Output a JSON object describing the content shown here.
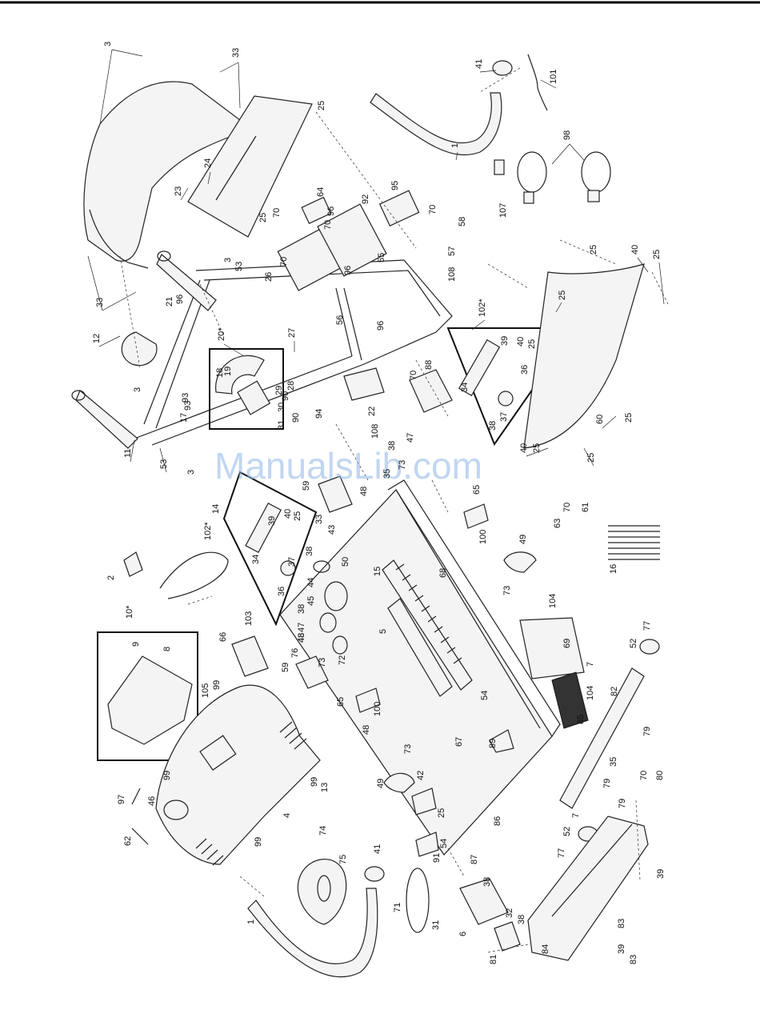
{
  "watermark": "ManualsLib.com",
  "labels": [
    {
      "id": "p3a",
      "text": "3"
    },
    {
      "id": "p33a",
      "text": "33"
    },
    {
      "id": "p25a",
      "text": "25"
    },
    {
      "id": "p41a",
      "text": "41"
    },
    {
      "id": "p101",
      "text": "101"
    },
    {
      "id": "p1a",
      "text": "1"
    },
    {
      "id": "p98",
      "text": "98"
    },
    {
      "id": "p107",
      "text": "107"
    },
    {
      "id": "p23",
      "text": "23"
    },
    {
      "id": "p24",
      "text": "24"
    },
    {
      "id": "p25b",
      "text": "25"
    },
    {
      "id": "p64",
      "text": "64"
    },
    {
      "id": "p70a",
      "text": "70"
    },
    {
      "id": "p96a",
      "text": "96"
    },
    {
      "id": "p92",
      "text": "92"
    },
    {
      "id": "p95",
      "text": "95"
    },
    {
      "id": "p70b",
      "text": "70"
    },
    {
      "id": "p58",
      "text": "58"
    },
    {
      "id": "p57",
      "text": "57"
    },
    {
      "id": "p70c",
      "text": "70"
    },
    {
      "id": "p26",
      "text": "26"
    },
    {
      "id": "p70d",
      "text": "70"
    },
    {
      "id": "p96b",
      "text": "96"
    },
    {
      "id": "p55",
      "text": "55"
    },
    {
      "id": "p108a",
      "text": "108"
    },
    {
      "id": "p25c",
      "text": "25"
    },
    {
      "id": "p40a",
      "text": "40"
    },
    {
      "id": "p25d",
      "text": "25"
    },
    {
      "id": "p25e",
      "text": "25"
    },
    {
      "id": "p33b",
      "text": "33"
    },
    {
      "id": "p3b",
      "text": "3"
    },
    {
      "id": "p53a",
      "text": "53"
    },
    {
      "id": "p96c",
      "text": "96"
    },
    {
      "id": "p21",
      "text": "21"
    },
    {
      "id": "p12",
      "text": "12"
    },
    {
      "id": "p20",
      "text": "20*"
    },
    {
      "id": "p27",
      "text": "27"
    },
    {
      "id": "p56",
      "text": "56"
    },
    {
      "id": "p102a",
      "text": "102*"
    },
    {
      "id": "p39a",
      "text": "39"
    },
    {
      "id": "p40b",
      "text": "40"
    },
    {
      "id": "p25f",
      "text": "25"
    },
    {
      "id": "p36a",
      "text": "36"
    },
    {
      "id": "p34a",
      "text": "34"
    },
    {
      "id": "p37a",
      "text": "37"
    },
    {
      "id": "p38a",
      "text": "38"
    },
    {
      "id": "p19",
      "text": "19"
    },
    {
      "id": "p18",
      "text": "18"
    },
    {
      "id": "p93a",
      "text": "93"
    },
    {
      "id": "p29",
      "text": "29"
    },
    {
      "id": "p28",
      "text": "28"
    },
    {
      "id": "p90a",
      "text": "90"
    },
    {
      "id": "p96d",
      "text": "96"
    },
    {
      "id": "p88",
      "text": "88"
    },
    {
      "id": "p70e",
      "text": "70"
    },
    {
      "id": "p3c",
      "text": "3"
    },
    {
      "id": "p93b",
      "text": "93"
    },
    {
      "id": "p17",
      "text": "17"
    },
    {
      "id": "p30",
      "text": "30"
    },
    {
      "id": "p90b",
      "text": "90"
    },
    {
      "id": "p94",
      "text": "94"
    },
    {
      "id": "p22",
      "text": "22"
    },
    {
      "id": "p108b",
      "text": "108"
    },
    {
      "id": "p31a",
      "text": "31"
    },
    {
      "id": "p11",
      "text": "11"
    },
    {
      "id": "p53b",
      "text": "53"
    },
    {
      "id": "p38b",
      "text": "38"
    },
    {
      "id": "p47a",
      "text": "47"
    },
    {
      "id": "p73a",
      "text": "73"
    },
    {
      "id": "p35",
      "text": "35"
    },
    {
      "id": "p60",
      "text": "60"
    },
    {
      "id": "p40c",
      "text": "40"
    },
    {
      "id": "p25g",
      "text": "25"
    },
    {
      "id": "p25h",
      "text": "25"
    },
    {
      "id": "p25i",
      "text": "25"
    },
    {
      "id": "p3d",
      "text": "3"
    },
    {
      "id": "p14",
      "text": "14"
    },
    {
      "id": "p59a",
      "text": "59"
    },
    {
      "id": "p48a",
      "text": "48"
    },
    {
      "id": "p65a",
      "text": "65"
    },
    {
      "id": "p102b",
      "text": "102*"
    },
    {
      "id": "p39b",
      "text": "39"
    },
    {
      "id": "p40d",
      "text": "40"
    },
    {
      "id": "p25j",
      "text": "25"
    },
    {
      "id": "p33c",
      "text": "33"
    },
    {
      "id": "p43",
      "text": "43"
    },
    {
      "id": "p38c",
      "text": "38"
    },
    {
      "id": "p34b",
      "text": "34"
    },
    {
      "id": "p36b",
      "text": "36"
    },
    {
      "id": "p37b",
      "text": "37"
    },
    {
      "id": "p50",
      "text": "50"
    },
    {
      "id": "p44",
      "text": "44"
    },
    {
      "id": "p45",
      "text": "45"
    },
    {
      "id": "p38d",
      "text": "38"
    },
    {
      "id": "p47b",
      "text": "47"
    },
    {
      "id": "p48b",
      "text": "48"
    },
    {
      "id": "p100a",
      "text": "100"
    },
    {
      "id": "p63",
      "text": "63"
    },
    {
      "id": "p70f",
      "text": "70"
    },
    {
      "id": "p61",
      "text": "61"
    },
    {
      "id": "p16",
      "text": "16"
    },
    {
      "id": "p15",
      "text": "15"
    },
    {
      "id": "p68",
      "text": "68"
    },
    {
      "id": "p49a",
      "text": "49"
    },
    {
      "id": "p73b",
      "text": "73"
    },
    {
      "id": "p2",
      "text": "2"
    },
    {
      "id": "p10",
      "text": "10*"
    },
    {
      "id": "p9",
      "text": "9"
    },
    {
      "id": "p8",
      "text": "8"
    },
    {
      "id": "p66",
      "text": "66"
    },
    {
      "id": "p103",
      "text": "103"
    },
    {
      "id": "p48c",
      "text": "48"
    },
    {
      "id": "p5",
      "text": "5"
    },
    {
      "id": "p104a",
      "text": "104"
    },
    {
      "id": "p69",
      "text": "69"
    },
    {
      "id": "p73c",
      "text": "73"
    },
    {
      "id": "p72",
      "text": "72"
    },
    {
      "id": "p76",
      "text": "76"
    },
    {
      "id": "p59b",
      "text": "59"
    },
    {
      "id": "p105",
      "text": "105"
    },
    {
      "id": "p99a",
      "text": "99"
    },
    {
      "id": "p7a",
      "text": "7"
    },
    {
      "id": "p77a",
      "text": "77"
    },
    {
      "id": "p52a",
      "text": "52"
    },
    {
      "id": "p65b",
      "text": "65"
    },
    {
      "id": "p100b",
      "text": "100"
    },
    {
      "id": "p54a",
      "text": "54"
    },
    {
      "id": "p104b",
      "text": "104"
    },
    {
      "id": "p85",
      "text": "85"
    },
    {
      "id": "p82",
      "text": "82"
    },
    {
      "id": "p48d",
      "text": "48"
    },
    {
      "id": "p67",
      "text": "67"
    },
    {
      "id": "p89",
      "text": "89"
    },
    {
      "id": "p79a",
      "text": "79"
    },
    {
      "id": "p99b",
      "text": "99"
    },
    {
      "id": "p13",
      "text": "13"
    },
    {
      "id": "p73d",
      "text": "73"
    },
    {
      "id": "p35b",
      "text": "35"
    },
    {
      "id": "p99c",
      "text": "99"
    },
    {
      "id": "p49b",
      "text": "49"
    },
    {
      "id": "p42",
      "text": "42"
    },
    {
      "id": "p79b",
      "text": "79"
    },
    {
      "id": "p70g",
      "text": "70"
    },
    {
      "id": "p80",
      "text": "80"
    },
    {
      "id": "p97",
      "text": "97"
    },
    {
      "id": "p46",
      "text": "46"
    },
    {
      "id": "p4",
      "text": "4"
    },
    {
      "id": "p25k",
      "text": "25"
    },
    {
      "id": "p79c",
      "text": "79"
    },
    {
      "id": "p99d",
      "text": "99"
    },
    {
      "id": "p7b",
      "text": "7"
    },
    {
      "id": "p52b",
      "text": "52"
    },
    {
      "id": "p86",
      "text": "86"
    },
    {
      "id": "p77b",
      "text": "77"
    },
    {
      "id": "p62",
      "text": "62"
    },
    {
      "id": "p74",
      "text": "74"
    },
    {
      "id": "p75",
      "text": "75"
    },
    {
      "id": "p54b",
      "text": "54"
    },
    {
      "id": "p87",
      "text": "87"
    },
    {
      "id": "p91",
      "text": "91"
    },
    {
      "id": "p41b",
      "text": "41"
    },
    {
      "id": "p39c",
      "text": "39"
    },
    {
      "id": "p1b",
      "text": "1"
    },
    {
      "id": "p38e",
      "text": "38"
    },
    {
      "id": "p71",
      "text": "71"
    },
    {
      "id": "p32",
      "text": "32"
    },
    {
      "id": "p31b",
      "text": "31"
    },
    {
      "id": "p6",
      "text": "6"
    },
    {
      "id": "p38f",
      "text": "38"
    },
    {
      "id": "p83a",
      "text": "83"
    },
    {
      "id": "p39d",
      "text": "39"
    },
    {
      "id": "p81",
      "text": "81"
    },
    {
      "id": "p84",
      "text": "84"
    },
    {
      "id": "p83b",
      "text": "83"
    }
  ]
}
